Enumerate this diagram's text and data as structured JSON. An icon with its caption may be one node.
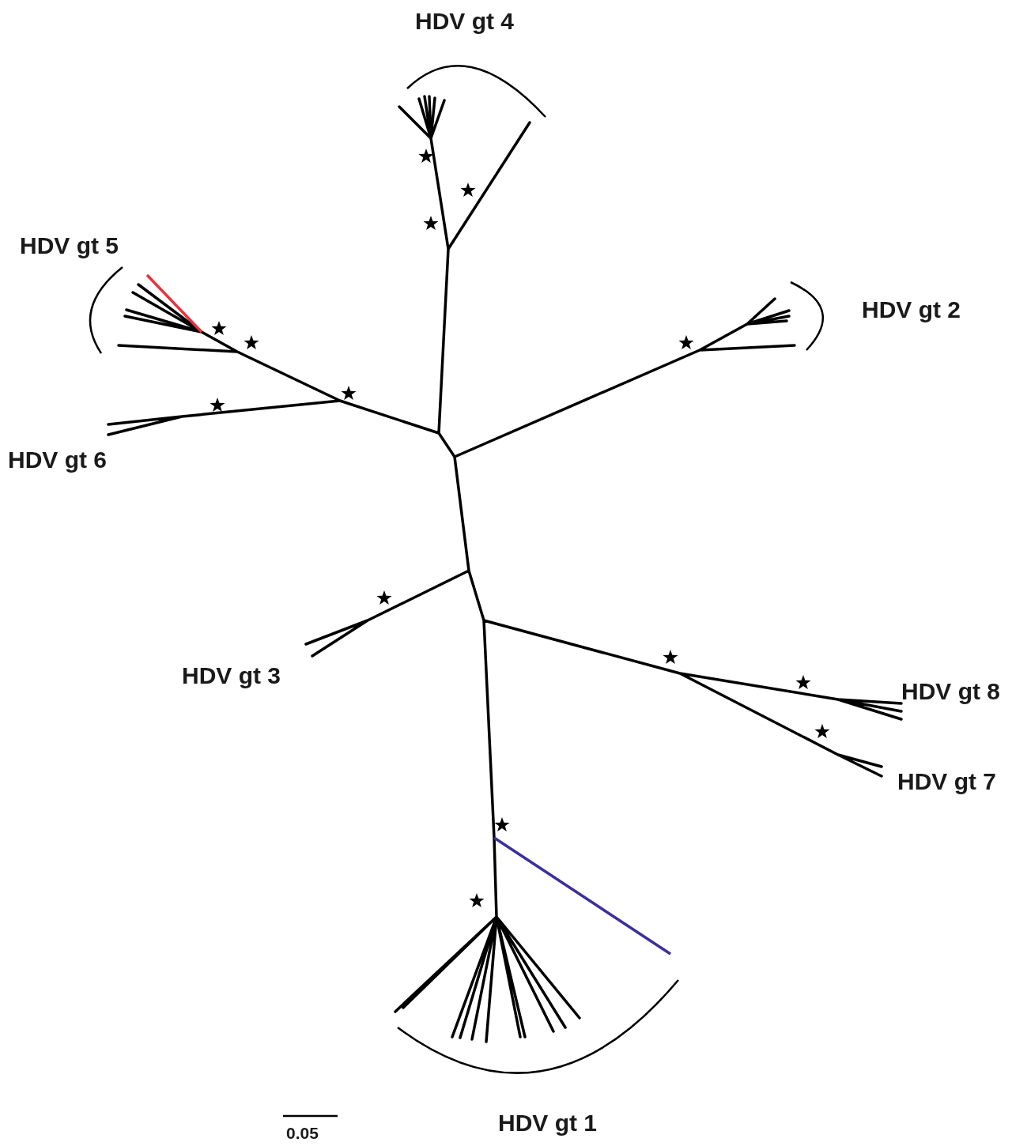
{
  "diagram": {
    "labels": [
      "HDV gt 4",
      "HDV gt 5",
      "HDV gt 2",
      "HDV gt 6",
      "HDV gt 3",
      "HDV gt 8",
      "HDV gt 7",
      "0.05",
      "HDV gt 1"
    ]
  }
}
